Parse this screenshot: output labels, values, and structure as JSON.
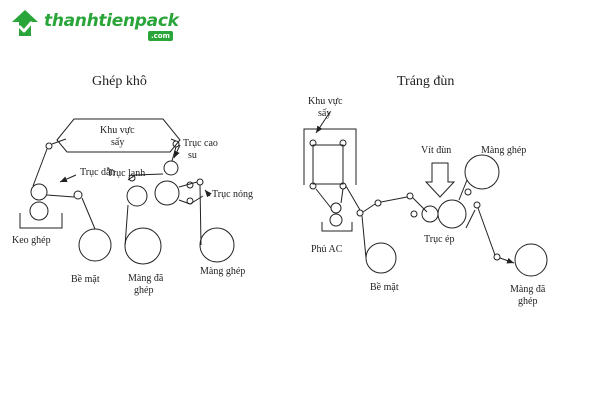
{
  "logo": {
    "name": "thanhtienpack",
    "domain": ".com",
    "color": "#2aa53a"
  },
  "left_diagram": {
    "title": "Ghép khô",
    "labels": {
      "khu_vuc_say_1": "Khu vực",
      "khu_vuc_say_2": "sấy",
      "truc_dan": "Trục dẫn",
      "truc_cao_su_1": "Trục cao",
      "truc_cao_su_2": "su",
      "truc_lanh": "Trục lạnh",
      "truc_nong": "Trục nóng",
      "keo_ghep": "Keo ghép",
      "be_mat": "Bề mặt",
      "mang_da_ghep_1": "Màng đã",
      "mang_da_ghep_2": "ghép",
      "mang_ghep": "Màng ghép"
    }
  },
  "right_diagram": {
    "title": "Tráng đùn",
    "labels": {
      "khu_vuc_say_1": "Khu vực",
      "khu_vuc_say_2": "sấy",
      "vit_dun": "Vít đùn",
      "mang_ghep": "Màng ghép",
      "phu_ac": "Phủ AC",
      "truc_ep": "Trục ép",
      "be_mat": "Bề mặt",
      "mang_da_ghep_1": "Màng đã",
      "mang_da_ghep_2": "ghép"
    }
  }
}
